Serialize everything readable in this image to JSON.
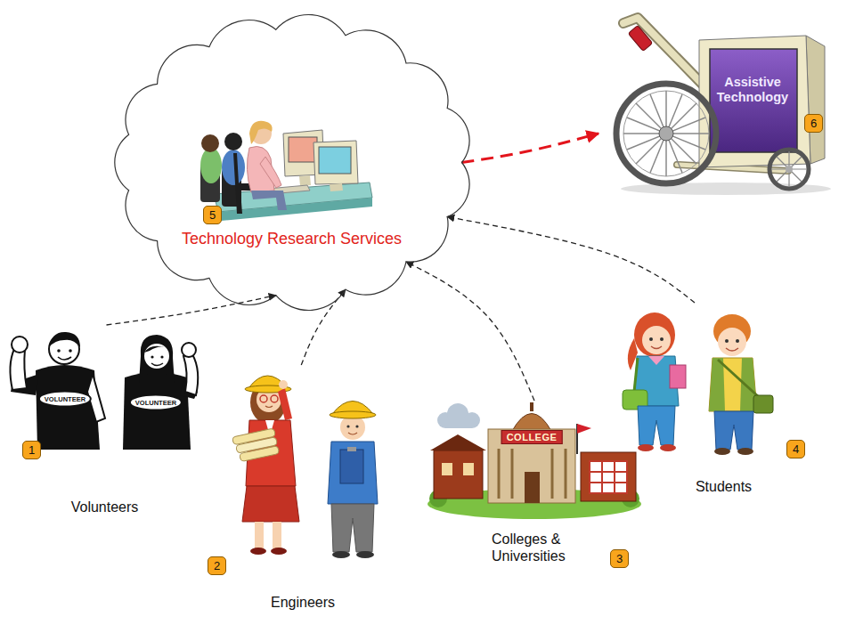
{
  "diagram": {
    "nodes": [
      {
        "text": [
          "Technology Research Services"
        ]
      },
      {
        "text": [
          "Assistive Technology"
        ]
      },
      {
        "text": [
          "Volunteers"
        ]
      },
      {
        "text": [
          "Engineers"
        ]
      },
      {
        "text": [
          "Colleges & Universities"
        ]
      },
      {
        "text": [
          "Students"
        ]
      }
    ],
    "edges": [
      {
        "from": 0,
        "to": 1,
        "arrow": "to"
      },
      {
        "from": 2,
        "to": 0,
        "arrow": "to"
      },
      {
        "from": 3,
        "to": 0,
        "arrow": "to"
      },
      {
        "from": 4,
        "to": 0,
        "arrow": "to"
      },
      {
        "from": 5,
        "to": 0,
        "arrow": "to"
      }
    ],
    "labels": [
      "5",
      "6",
      "VOLUNTEER",
      "VOLUNTEER",
      "1",
      "2",
      "COLLEGE",
      "3",
      "4"
    ]
  }
}
